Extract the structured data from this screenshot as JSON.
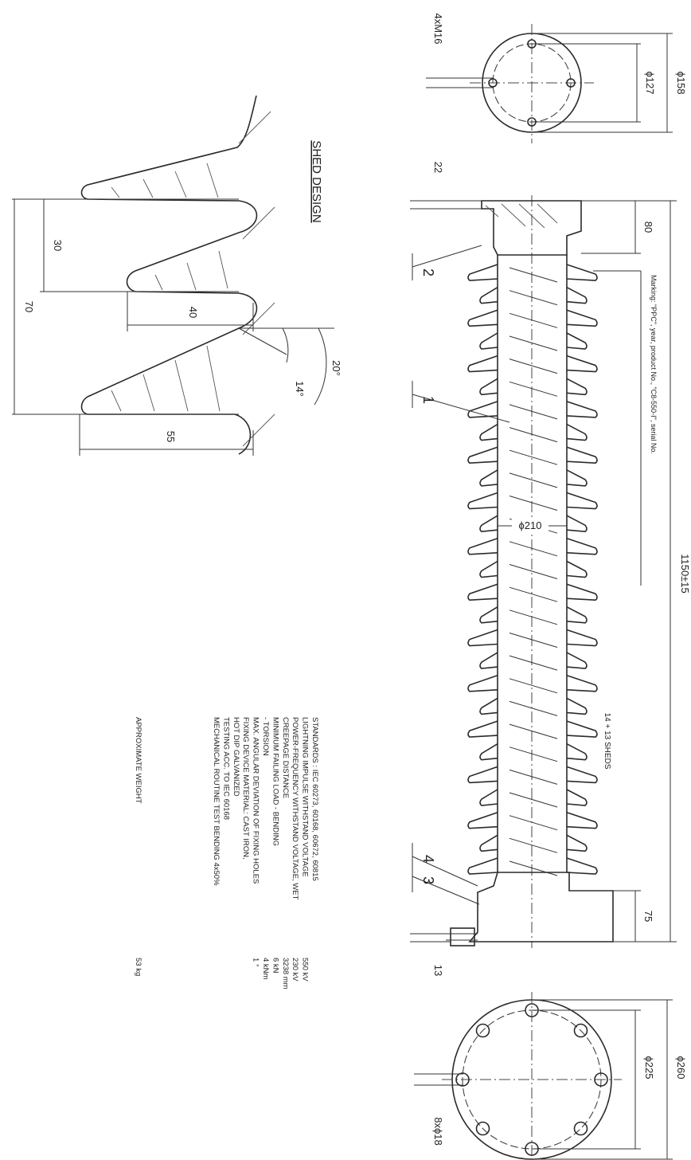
{
  "end_views": {
    "top": {
      "bolt_label": "4xM16",
      "pcd_label": "ϕ127",
      "outer_label": "ϕ158"
    },
    "bottom": {
      "hole_label": "8xϕ18",
      "pcd_label": "ϕ225",
      "outer_label": "ϕ260"
    }
  },
  "side_view": {
    "top_flange_thickness": "22",
    "top_flange_height": "80",
    "total_height": "1150±15",
    "core_diameter": "ϕ210",
    "bottom_flange_height": "75",
    "base_thickness": "13",
    "sheds_label": "14 + 13 SHEDS",
    "marking_note": "Marking: \"PPC\", year, product No., \"C8-550-I\", serial No.",
    "part_numbers": [
      "2",
      "1",
      "4",
      "3"
    ]
  },
  "shed_design": {
    "title": "SHED DESIGN",
    "pitch_small": "30",
    "pitch_total": "70",
    "small_shed_overhang": "40",
    "large_shed_overhang": "55",
    "angle_small": "14°",
    "angle_large": "20°"
  },
  "specifications": {
    "rows": [
      {
        "label": "STANDARDS : IEC 60273, 60168, 60672, 60815",
        "value": ""
      },
      {
        "label": "LIGHTNING IMPULSE WITHSTAND VOLTAGE",
        "value": "550 kV"
      },
      {
        "label": "POWER-FREQUENCY WITHSTAND VOLTAGE, WET",
        "value": "230 kV"
      },
      {
        "label": "CREEPAGE DISTANCE",
        "value": "3238 mm"
      },
      {
        "label": "MINIMUM FAILING LOAD    - BENDING",
        "value": "6 kN"
      },
      {
        "label": "                                          - TORSION",
        "value": "4 kNm"
      },
      {
        "label": "MAX. ANGULAR DEVIATION OF FIXING HOLES",
        "value": "1 °"
      },
      {
        "label": "FIXING DEVICE MATERIAL: CAST IRON,",
        "value": ""
      },
      {
        "label": "                          HOT DIP GALVANIZED",
        "value": ""
      },
      {
        "label": "TESTING ACC. TO IEC 60168",
        "value": ""
      },
      {
        "label": "    MECHANICAL ROUTINE TEST BENDING 4x50%",
        "value": ""
      }
    ],
    "weight_label": "APPROXIMATE WEIGHT",
    "weight_value": "53 kg"
  }
}
